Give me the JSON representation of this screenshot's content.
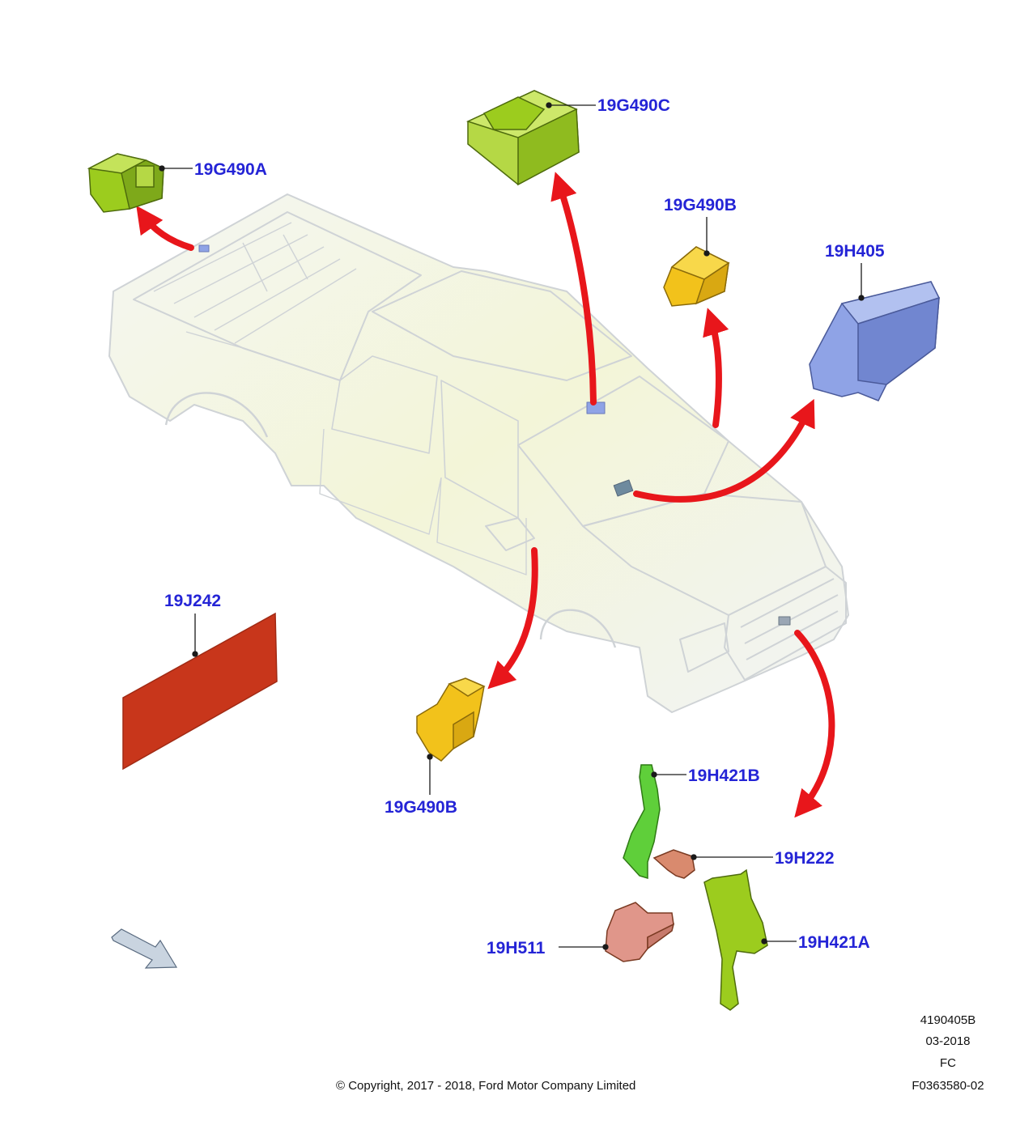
{
  "colors": {
    "label": "#2424d6",
    "arrow": "#e8161b",
    "leader": "#1a1a1a",
    "truck_outline": "#cfd3d6",
    "part_green": "#9ccc1e",
    "part_yellow": "#f2c21b",
    "part_blue": "#8fa3e6",
    "part_red": "#c8361b",
    "part_salmon": "#d98a6e",
    "part_bright_green": "#5fcf3a"
  },
  "callouts": {
    "c19G490A": "19G490A",
    "c19G490C": "19G490C",
    "c19G490B_top": "19G490B",
    "c19H405": "19H405",
    "c19J242": "19J242",
    "c19G490B_bottom": "19G490B",
    "c19H421B": "19H421B",
    "c19H222": "19H222",
    "c19H421A": "19H421A",
    "c19H511": "19H511"
  },
  "footer": {
    "ref_code": "4190405B",
    "date": "03-2018",
    "region": "FC",
    "figure_id": "F0363580-02",
    "copyright": "© Copyright, 2017 - 2018, Ford Motor Company Limited"
  },
  "icons": {
    "orientation_arrow": "front-direction-arrow-icon"
  }
}
